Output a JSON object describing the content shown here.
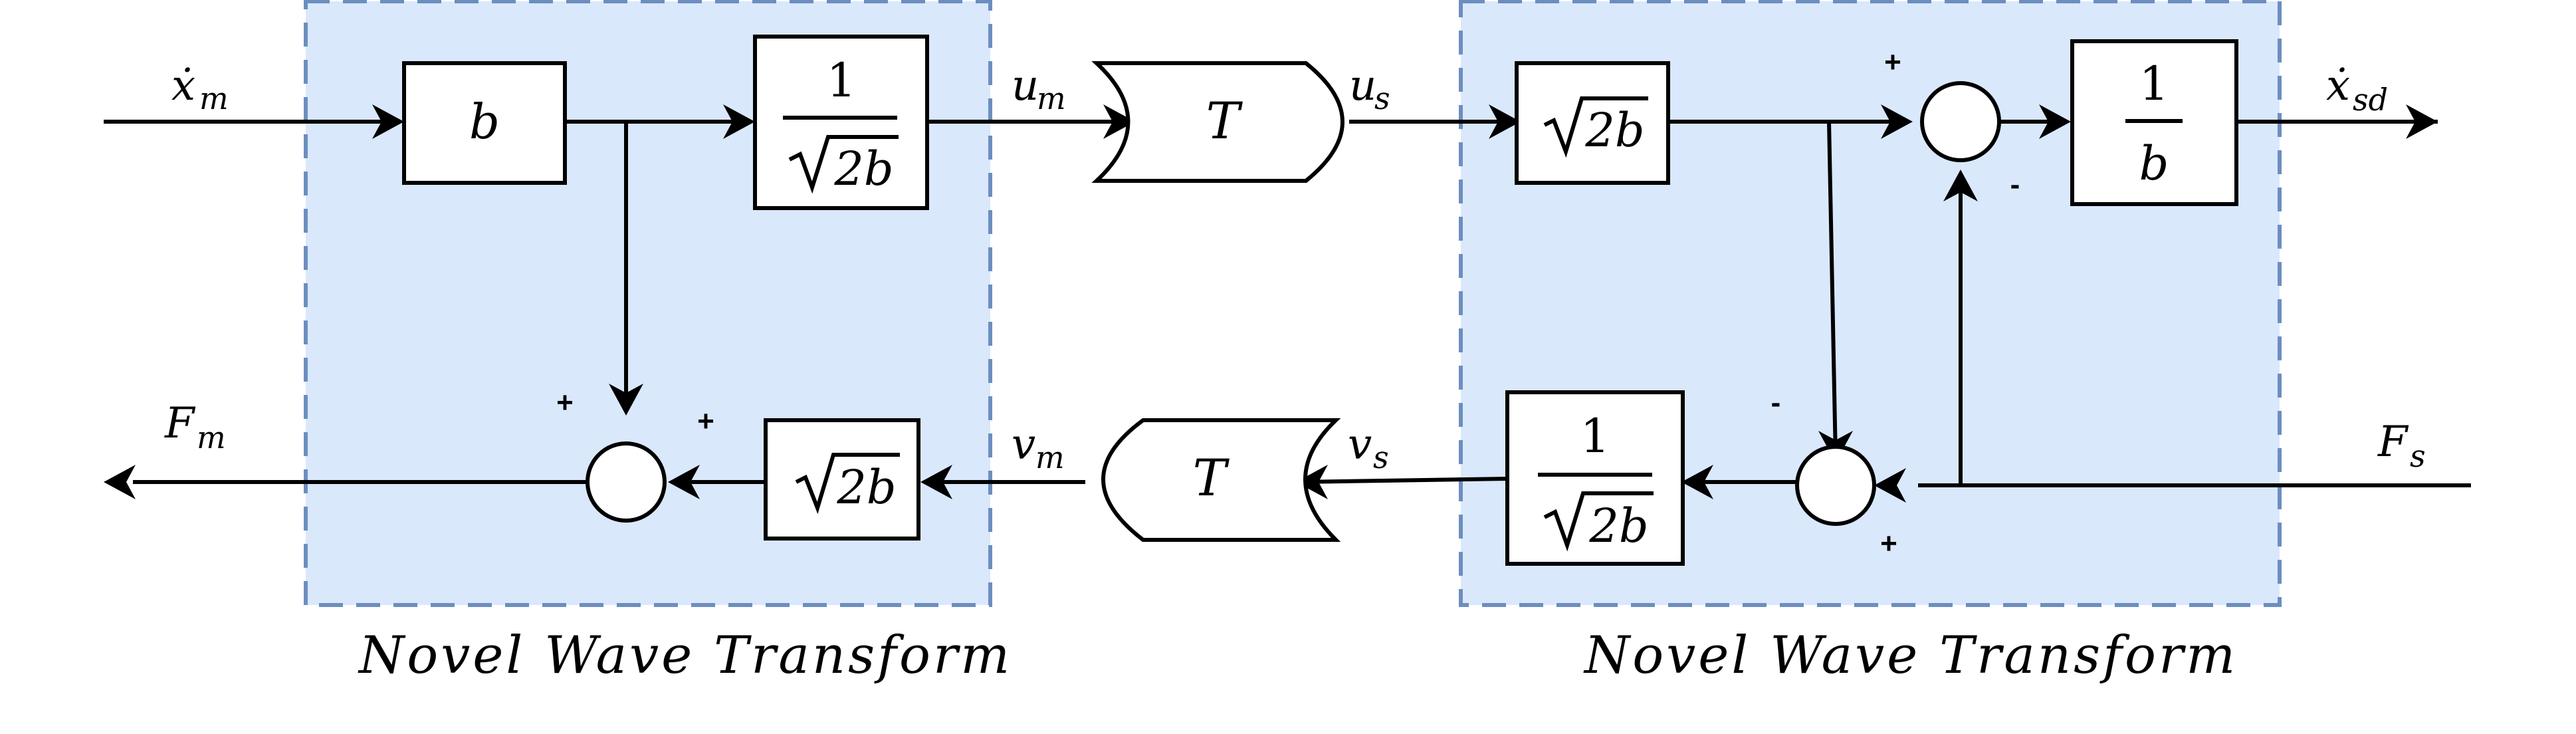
{
  "left_block": {
    "caption": "Novel Wave Transform",
    "gain_b": "b",
    "gain_inv_sqrt": {
      "numerator": "1",
      "denominator": "2b"
    },
    "gain_sqrt": "2b",
    "sum_signs": [
      "+",
      "+"
    ]
  },
  "right_block": {
    "caption": "Novel Wave Transform",
    "gain_sqrt": "2b",
    "gain_inv_b": {
      "numerator": "1",
      "denominator": "b"
    },
    "gain_inv_sqrt": {
      "numerator": "1",
      "denominator": "2b"
    },
    "top_sum_signs": [
      "+",
      "-"
    ],
    "bottom_sum_signs": [
      "-",
      "+"
    ]
  },
  "delays": {
    "forward": "T",
    "backward": "T"
  },
  "signals": {
    "xm_dot": "ẋ",
    "xm_dot_sub": "m",
    "fm": "F",
    "fm_sub": "m",
    "um": "u",
    "um_sub": "m",
    "us": "u",
    "us_sub": "s",
    "vm": "v",
    "vm_sub": "m",
    "vs": "v",
    "vs_sub": "s",
    "xsd_dot": "ẋ",
    "xsd_dot_sub": "sd",
    "fs": "F",
    "fs_sub": "s"
  },
  "colors": {
    "region_fill": "#dae8fc",
    "region_border": "#6c8ebf",
    "line": "#000000"
  }
}
